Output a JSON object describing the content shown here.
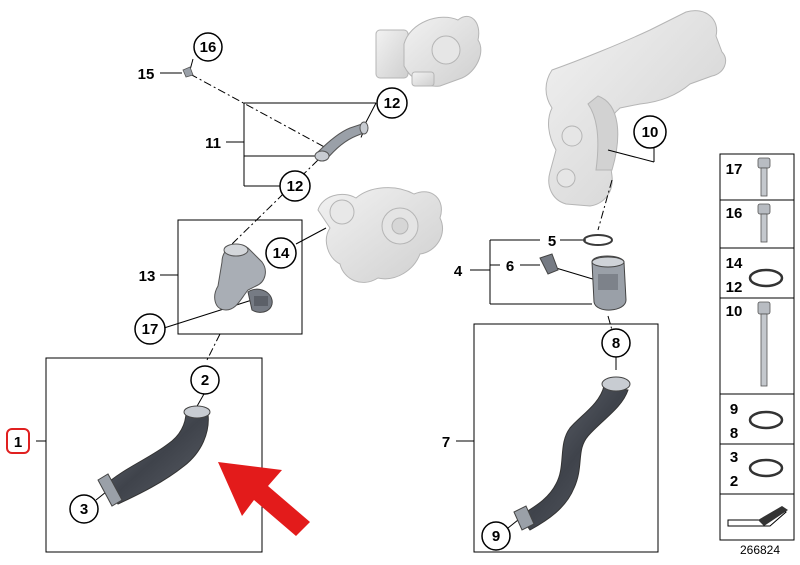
{
  "diagram": {
    "drawing_number": "266824",
    "highlighted_callout": "1",
    "callouts": {
      "c1": "1",
      "c2": "2",
      "c3": "3",
      "c4": "4",
      "c5": "5",
      "c6": "6",
      "c7": "7",
      "c8": "8",
      "c9": "9",
      "c10": "10",
      "c11": "11",
      "c12a": "12",
      "c12b": "12",
      "c13": "13",
      "c14": "14",
      "c15": "15",
      "c16": "16",
      "c17": "17"
    },
    "legend": [
      {
        "numbers": [
          "17"
        ],
        "part": "bolt"
      },
      {
        "numbers": [
          "16"
        ],
        "part": "bolt"
      },
      {
        "numbers": [
          "14",
          "12"
        ],
        "part": "o-ring"
      },
      {
        "numbers": [
          "10"
        ],
        "part": "long bolt"
      },
      {
        "numbers": [
          "9",
          "8"
        ],
        "part": "o-ring"
      },
      {
        "numbers": [
          "3",
          "2"
        ],
        "part": "o-ring"
      }
    ],
    "colors": {
      "line": "#000000",
      "hose": "#4a4e57",
      "hose_light": "#8a8f98",
      "ghost_part": "#dcdcdc",
      "ghost_stroke": "#b5b5b5",
      "highlight": "#e02020",
      "arrow": "#e31b1b"
    }
  }
}
